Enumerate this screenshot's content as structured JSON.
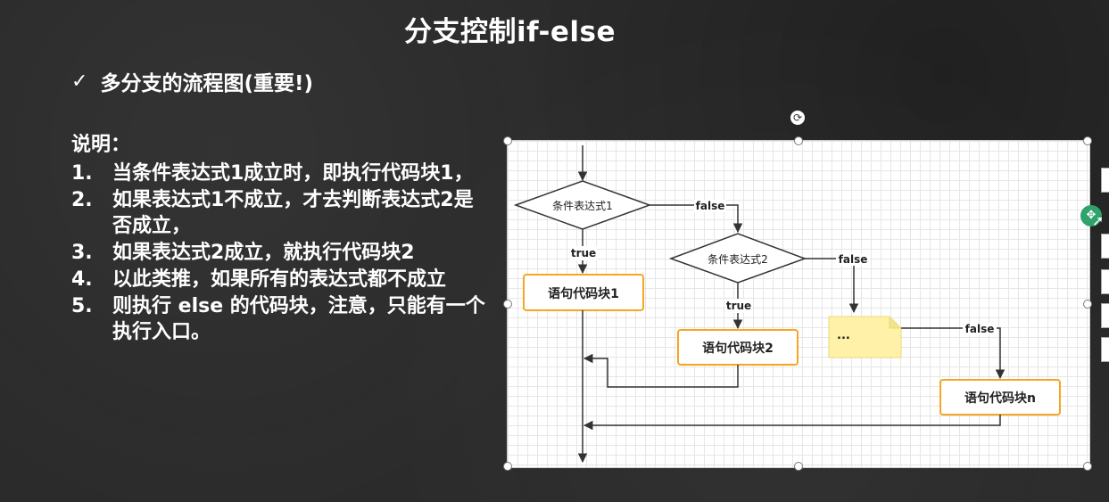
{
  "slide": {
    "title": "分支控制if-else",
    "subtitle": "多分支的流程图(重要!)",
    "subtitle_icon": "checkmark-icon",
    "description_label": "说明：",
    "description_items": [
      {
        "num": "1.",
        "text": "当条件表达式1成立时，即执行代码块1，"
      },
      {
        "num": "2.",
        "text": "如果表达式1不成立，才去判断表达式2是否成立，"
      },
      {
        "num": "3.",
        "text": "如果表达式2成立，就执行代码块2"
      },
      {
        "num": "4.",
        "text": "以此类推，如果所有的表达式都不成立"
      },
      {
        "num": "5.",
        "text": "则执行 else 的代码块，注意，只能有一个执行入口。"
      }
    ]
  },
  "flowchart": {
    "cond1": "条件表达式1",
    "cond2": "条件表达式2",
    "block1": "语句代码块1",
    "block2": "语句代码块2",
    "blockn": "语句代码块n",
    "ellipsis": "...",
    "label_true": "true",
    "label_false": "false",
    "colors": {
      "block_border": "#f5a623",
      "note_fill": "#fff2a8",
      "line": "#333333",
      "diamond_border": "#333333"
    }
  },
  "colors": {
    "background": "#2b2b2b",
    "text": "#ffffff",
    "canvas": "#ffffff",
    "grid": "#e6e6e6"
  }
}
